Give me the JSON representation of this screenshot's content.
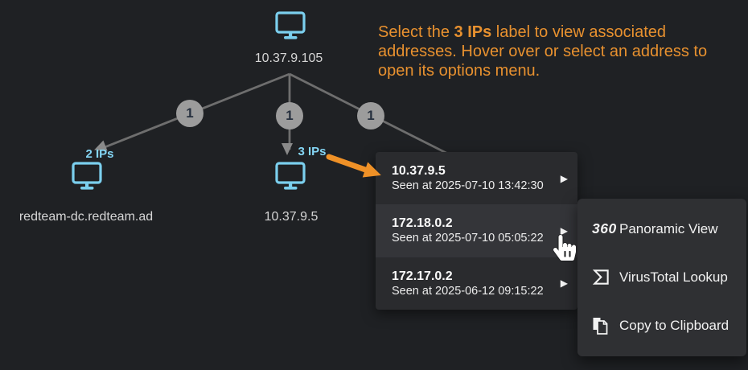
{
  "instruction": {
    "pre": "Select the ",
    "highlight": "3 IPs",
    "post": " label to view associated addresses. Hover over or select an address to open its options menu."
  },
  "tree": {
    "root": {
      "label": "10.37.9.105",
      "icon": "monitor-icon"
    },
    "edges": [
      {
        "count": "1"
      },
      {
        "count": "1"
      },
      {
        "count": "1"
      }
    ],
    "children": [
      {
        "badge": "2 IPs",
        "label": "redteam-dc.redteam.ad",
        "icon": "monitor-icon"
      },
      {
        "badge": "3 IPs",
        "label": "10.37.9.5",
        "icon": "monitor-icon"
      }
    ]
  },
  "ip_menu": {
    "items": [
      {
        "ip": "10.37.9.5",
        "seen": "Seen at 2025-07-10 13:42:30",
        "chevron": "▶"
      },
      {
        "ip": "172.18.0.2",
        "seen": "Seen at 2025-07-10 05:05:22",
        "chevron": "▶",
        "state": "hovered"
      },
      {
        "ip": "172.17.0.2",
        "seen": "Seen at 2025-06-12 09:15:22",
        "chevron": "▶"
      }
    ]
  },
  "options_menu": {
    "items": [
      {
        "icon": "panoramic-360-icon",
        "icon_text": "360",
        "label": "Panoramic View"
      },
      {
        "icon": "virustotal-icon",
        "label": "VirusTotal Lookup"
      },
      {
        "icon": "copy-icon",
        "label": "Copy to Clipboard"
      }
    ]
  },
  "colors": {
    "background": "#1f2124",
    "accent_orange": "#e8912f",
    "node_blue": "#7bcfee",
    "badge_blue": "#85d7f6",
    "menu_bg": "#2a2b2e",
    "menu_hover": "#343539",
    "submenu_bg": "#2f3033",
    "edge_gray": "#6e6e6e",
    "count_circle": "#9c9c9c"
  }
}
